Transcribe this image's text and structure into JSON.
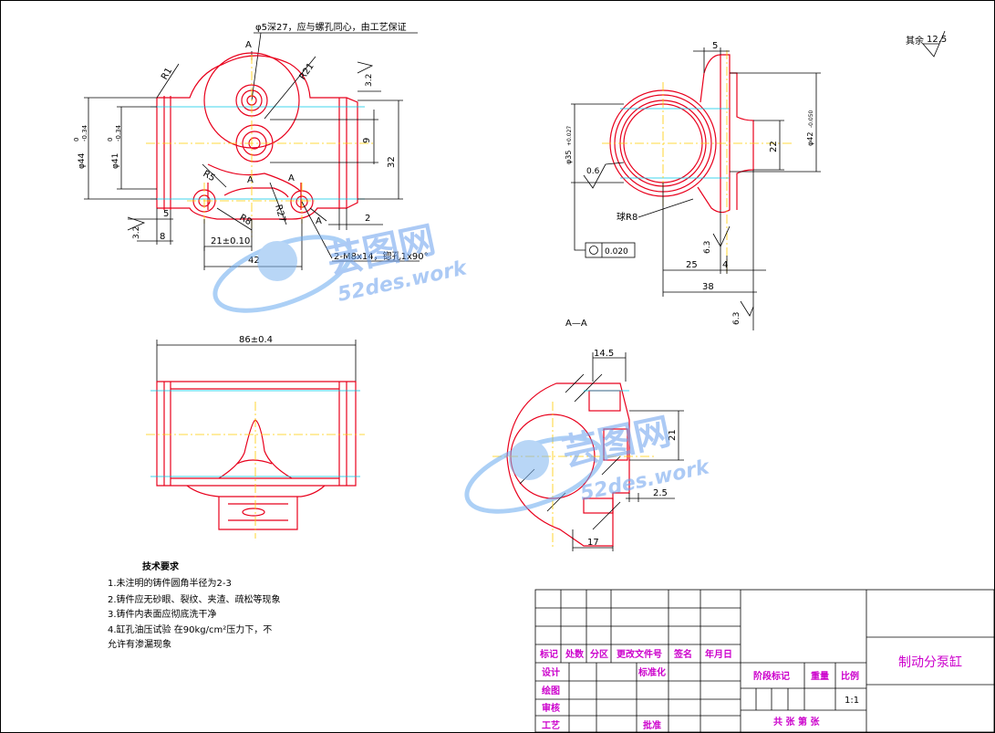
{
  "drawing": {
    "part_name": "制动分泵缸",
    "scale": "1:1",
    "surface_rest": "其余",
    "surface_rest_value": "12.5",
    "section_label": "A—A",
    "watermark_text": "52des.work",
    "watermark_cn": "芸图网"
  },
  "top_view": {
    "callout_top": "φ5深27，应与螺孔同心，由工艺保证",
    "section_mark": "A",
    "labels": {
      "r1": "R1",
      "r21": "R21",
      "rough_32": "3.2",
      "d44": "φ44",
      "d44_tol": "-0.34",
      "d44_zero": "0",
      "d41": "φ41",
      "d41_tol": "-0.34",
      "d41_zero": "0",
      "r5": "R5",
      "r8": "R8",
      "r27": "R27",
      "dim_9": "9",
      "dim_32": "32",
      "dim_5": "5",
      "dim_8": "8",
      "dim_2": "2",
      "dim_21": "21±0.10",
      "dim_42": "42",
      "rough_32b": "3.2",
      "thread": "2-M8x14，锪孔1x90°"
    }
  },
  "side_view": {
    "labels": {
      "dim_5": "5",
      "d35": "φ35",
      "d35_tol": "+0.027",
      "d42": "φ42",
      "d42_tol": "-0.050",
      "dim_22": "22",
      "rough_06": "0.6",
      "ball_r8": "球R8",
      "circularity": "0.020",
      "dim_25": "25",
      "dim_4": "4",
      "dim_38": "38",
      "rough_63a": "6.3",
      "rough_63b": "6.3"
    }
  },
  "front_view": {
    "labels": {
      "dim_86": "86±0.4"
    }
  },
  "section_view": {
    "labels": {
      "dim_145": "14.5",
      "dim_21": "21",
      "dim_25": "2.5",
      "dim_17": "17"
    }
  },
  "notes": {
    "title": "技术要求",
    "items": [
      "1.未注明的铸件圆角半径为2-3",
      "2.铸件应无砂眼、裂纹、夹渣、疏松等现象",
      "3.铸件内表面应彻底洗干净",
      "4.缸孔油压试验 在90kg/cm²压力下，不",
      "允许有渗漏现象"
    ]
  },
  "title_block": {
    "row_labels": [
      "标记",
      "处数",
      "分区",
      "更改文件号",
      "签名",
      "年月日"
    ],
    "left_labels": [
      "设计",
      "绘图",
      "审核",
      "工艺"
    ],
    "std": "标准化",
    "approve": "批准",
    "stage": "阶段标记",
    "weight": "重量",
    "scale_label": "比例",
    "sheets": "共  张  第  张"
  }
}
